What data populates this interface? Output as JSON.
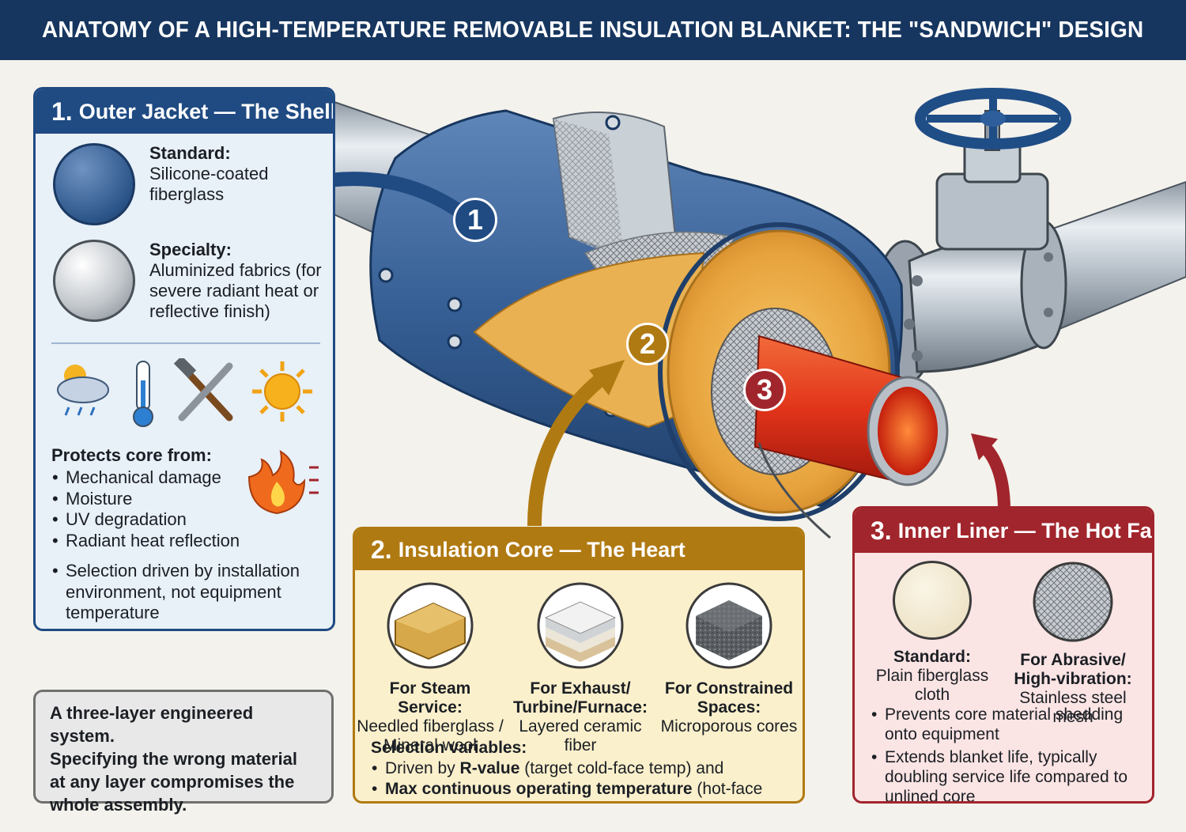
{
  "title": "ANATOMY OF A HIGH-TEMPERATURE REMOVABLE INSULATION BLANKET: THE \"SANDWICH\" DESIGN",
  "callouts": {
    "one": "1",
    "two": "2",
    "three": "3"
  },
  "outer_jacket": {
    "number": "1.",
    "heading": "Outer Jacket — The Shell",
    "standard_label": "Standard:",
    "standard_text": "Silicone-coated fiberglass",
    "specialty_label": "Specialty:",
    "specialty_text": "Aluminized fabrics (for severe radiant heat or reflective finish)",
    "icons": [
      "weather-icon",
      "thermometer-icon",
      "tools-icon",
      "sun-icon",
      "fire-icon"
    ],
    "protects_title": "Protects core from:",
    "protects": [
      "Mechanical damage",
      "Moisture",
      "UV degradation",
      "Radiant heat reflection"
    ],
    "selection_note": "Selection driven by installation environment, not equipment temperature"
  },
  "insulation_core": {
    "number": "2.",
    "heading": "Insulation Core — The Heart",
    "options": [
      {
        "label": "For Steam Service:",
        "text": "Needled fiberglass / Mineral wool"
      },
      {
        "label": "For Exhaust/ Turbine/Furnace:",
        "text": "Layered ceramic fiber"
      },
      {
        "label": "For Constrained Spaces:",
        "text": "Microporous cores"
      }
    ],
    "selection_title": "Selection variables:",
    "var1_prefix": "Driven by ",
    "var1_bold": "R-value",
    "var1_suffix": " (target cold-face temp) and",
    "var2_bold": "Max continuous operating temperature",
    "var2_suffix": " (hot-face temp)"
  },
  "inner_liner": {
    "number": "3.",
    "heading": "Inner Liner — The Hot Face",
    "options": [
      {
        "label": "Standard:",
        "text": "Plain fiberglass cloth"
      },
      {
        "label": "For Abrasive/ High-vibration:",
        "text": "Stainless steel mesh"
      }
    ],
    "notes": [
      "Prevents core material shedding onto equipment",
      "Extends blanket life, typically doubling service life compared to unlined core"
    ]
  },
  "summary": {
    "line1": "A three-layer engineered system.",
    "line2": "Specifying the wrong material at any layer compromises the whole assembly."
  },
  "colors": {
    "navy": "#16365f",
    "jacket_blue": "#1f4a82",
    "core_gold": "#b07a12",
    "liner_red": "#a1252c"
  }
}
